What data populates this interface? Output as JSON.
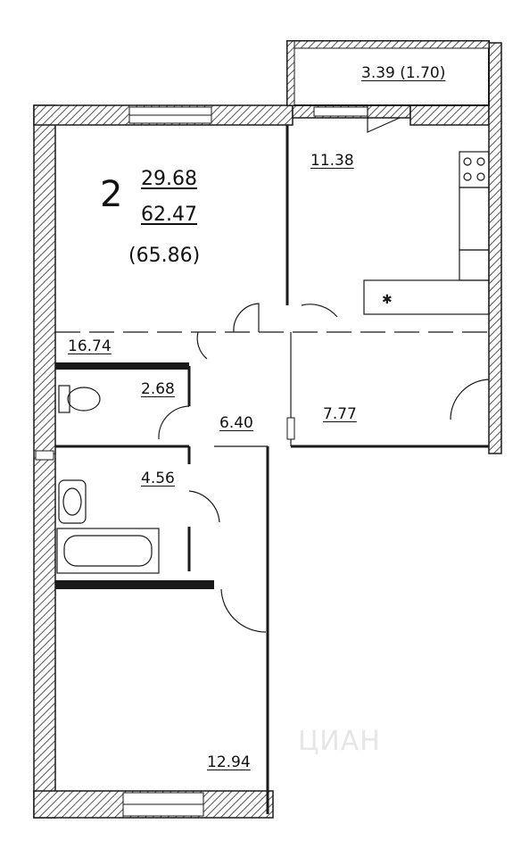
{
  "summary": {
    "room_count": "2",
    "living_area": "29.68",
    "total_area": "62.47",
    "total_with_balcony": "(65.86)"
  },
  "rooms": {
    "balcony": "3.39 (1.70)",
    "kitchen": "11.38",
    "living_room": "16.74",
    "toilet": "2.68",
    "corridor": "6.40",
    "hall": "7.77",
    "bathroom": "4.56",
    "bedroom": "12.94"
  },
  "watermark": "ЦИАН",
  "colors": {
    "wall": "#1a1a1a",
    "hatch": "#555555",
    "paper": "#ffffff"
  }
}
